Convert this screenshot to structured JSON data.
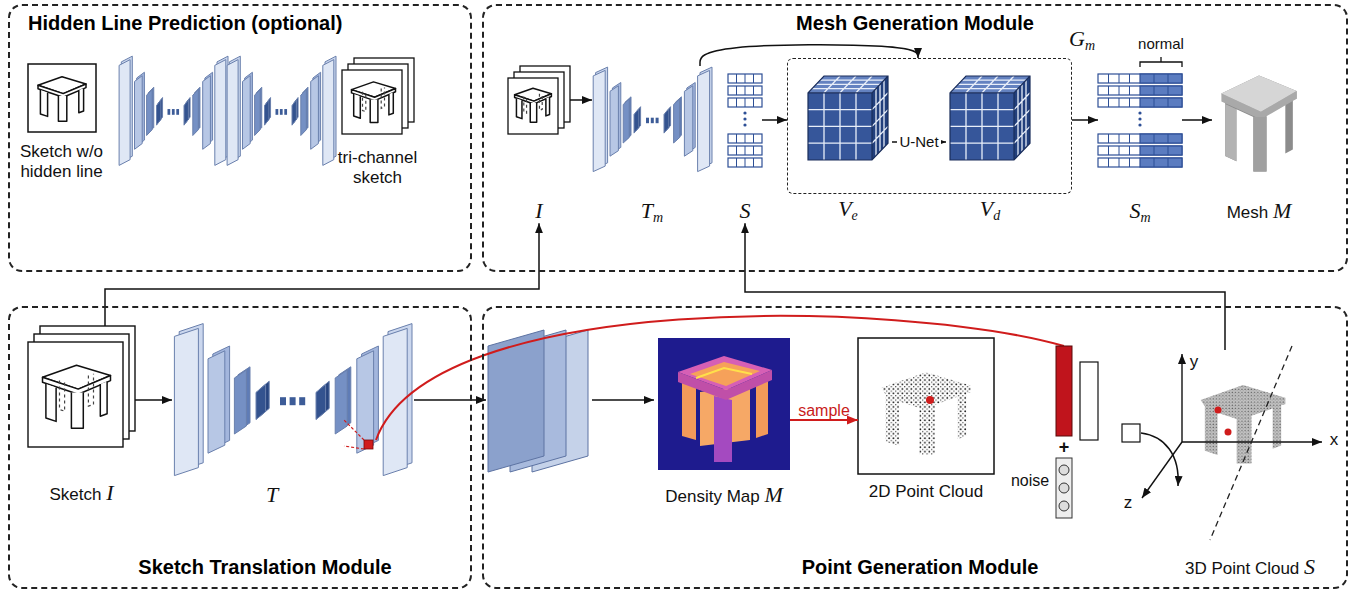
{
  "diagram": {
    "nodes": [
      {
        "text": [
          "Hidden Line Prediction (optional)"
        ]
      },
      {
        "text": [
          "Sketch w/o hidden line"
        ],
        "in": 0
      },
      {
        "text": [
          "tri-channel sketch"
        ],
        "in": 0
      },
      {
        "text": [
          "Mesh Generation Module"
        ]
      },
      {
        "text": [
          "I"
        ],
        "in": 3
      },
      {
        "text": [
          "Tm"
        ],
        "in": 3
      },
      {
        "text": [
          "S"
        ],
        "in": 3
      },
      {
        "text": [
          "Gm"
        ],
        "in": 3
      },
      {
        "text": [
          "Sm"
        ],
        "in": 3
      },
      {
        "text": [
          "Mesh M"
        ],
        "in": 3
      },
      {
        "text": [
          "Sketch Translation Module"
        ]
      },
      {
        "text": [
          "Sketch I"
        ],
        "in": 10
      },
      {
        "text": [
          "T"
        ],
        "in": 10
      },
      {
        "text": [
          "Point Generation Module"
        ]
      },
      {
        "text": [
          "Density Map M"
        ],
        "in": 13
      },
      {
        "text": [
          "2D Point Cloud"
        ],
        "in": 13
      },
      {
        "text": [
          "3D Point Cloud S"
        ],
        "in": 13
      }
    ],
    "edges": [
      {
        "from": 4,
        "to": 5,
        "arrow": "to"
      },
      {
        "from": 5,
        "to": 7,
        "arrow": "to"
      },
      {
        "from": 6,
        "to": 7,
        "arrow": "to"
      },
      {
        "from": 7,
        "to": 8,
        "arrow": "to"
      },
      {
        "from": 8,
        "to": 9,
        "arrow": "to"
      },
      {
        "from": 11,
        "to": 4,
        "arrow": "to"
      },
      {
        "from": 11,
        "to": 12,
        "arrow": "to"
      },
      {
        "from": 14,
        "to": 15,
        "label": "sample",
        "arrow": "to"
      },
      {
        "from": 16,
        "to": 6,
        "arrow": "to"
      }
    ],
    "labels": [
      "Ve",
      "Vd",
      "U-Net",
      "normal",
      "+",
      "noise",
      "y",
      "x",
      "z"
    ]
  }
}
